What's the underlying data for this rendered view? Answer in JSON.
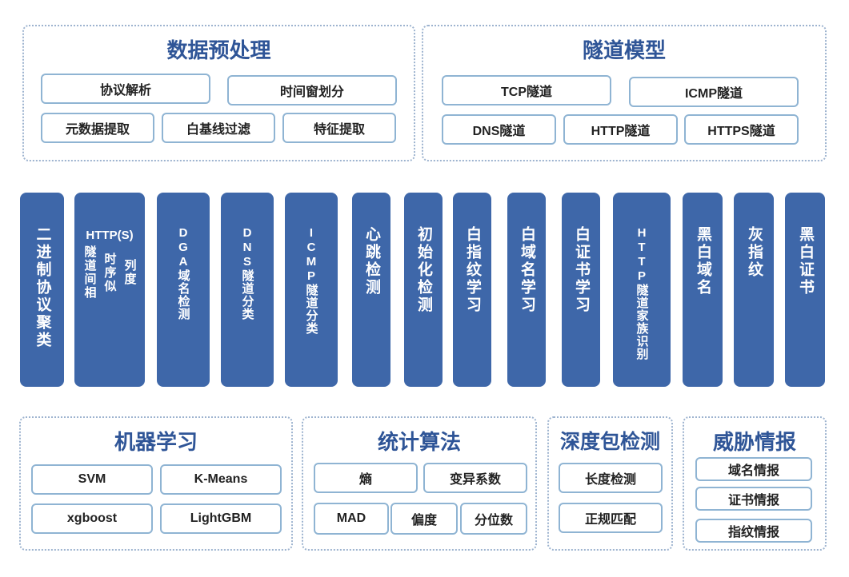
{
  "top_left": {
    "title": "数据预处理",
    "items": [
      "协议解析",
      "时间窗划分",
      "元数据提取",
      "白基线过滤",
      "特征提取"
    ]
  },
  "top_right": {
    "title": "隧道模型",
    "items": [
      "TCP隧道",
      "ICMP隧道",
      "DNS隧道",
      "HTTP隧道",
      "HTTPS隧道"
    ]
  },
  "columns": [
    {
      "text": "二进制协议聚类"
    },
    {
      "head": "HTTP(S)",
      "sub": [
        "隧道间相",
        "时序似",
        "列度"
      ]
    },
    {
      "text": "DGA域名检测"
    },
    {
      "text": "DNS隧道分类"
    },
    {
      "text": "ICMP隧道分类"
    },
    {
      "text": "心跳检测"
    },
    {
      "text": "初始化检测"
    },
    {
      "text": "白指纹学习"
    },
    {
      "text": "白域名学习"
    },
    {
      "text": "白证书学习"
    },
    {
      "text": "HTTP隧道家族识别"
    },
    {
      "text": "黑白域名"
    },
    {
      "text": "灰指纹"
    },
    {
      "text": "黑白证书"
    }
  ],
  "bottom": {
    "ml": {
      "title": "机器学习",
      "items": [
        "SVM",
        "K-Means",
        "xgboost",
        "LightGBM"
      ]
    },
    "stat": {
      "title": "统计算法",
      "items": [
        "熵",
        "变异系数",
        "MAD",
        "偏度",
        "分位数"
      ]
    },
    "dpi": {
      "title": "深度包检测",
      "items": [
        "长度检测",
        "正规匹配"
      ]
    },
    "ti": {
      "title": "威胁情报",
      "items": [
        "域名情报",
        "证书情报",
        "指纹情报"
      ]
    }
  }
}
